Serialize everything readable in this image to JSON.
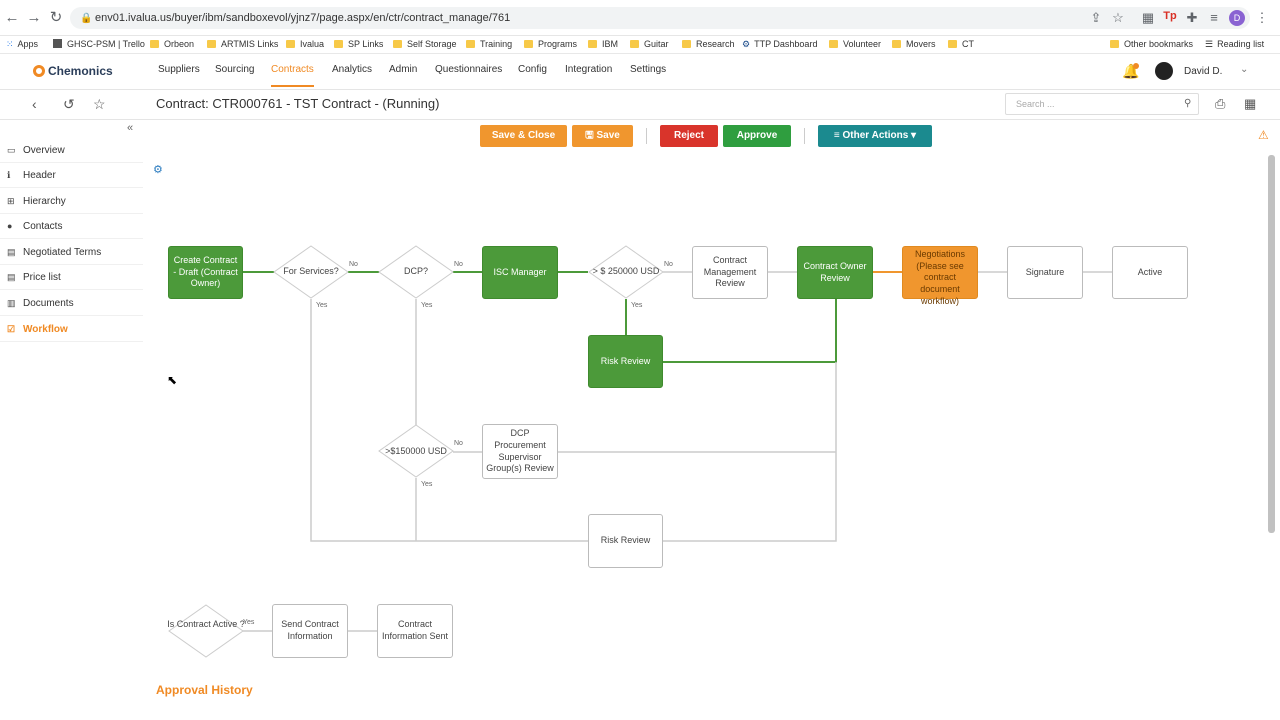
{
  "browser": {
    "url": "env01.ivalua.us/buyer/ibm/sandboxevol/yjnz7/page.aspx/en/ctr/contract_manage/761",
    "avatar_letter": "D"
  },
  "bookmarks": [
    {
      "label": "Apps"
    },
    {
      "label": "GHSC-PSM | Trello"
    },
    {
      "label": "Orbeon"
    },
    {
      "label": "ARTMIS Links"
    },
    {
      "label": "Ivalua"
    },
    {
      "label": "SP Links"
    },
    {
      "label": "Self Storage"
    },
    {
      "label": "Training"
    },
    {
      "label": "Programs"
    },
    {
      "label": "IBM"
    },
    {
      "label": "Guitar"
    },
    {
      "label": "Research"
    },
    {
      "label": "TTP Dashboard"
    },
    {
      "label": "Volunteer"
    },
    {
      "label": "Movers"
    },
    {
      "label": "CT"
    },
    {
      "label": "Other bookmarks"
    },
    {
      "label": "Reading list"
    }
  ],
  "app": {
    "logo": "Chemonics",
    "menu": [
      "Suppliers",
      "Sourcing",
      "Contracts",
      "Analytics",
      "Admin",
      "Questionnaires",
      "Config",
      "Integration",
      "Settings"
    ],
    "active_menu": "Contracts",
    "user": "David D."
  },
  "page": {
    "title": "Contract: CTR000761 - TST Contract - (Running)",
    "search_placeholder": "Search ..."
  },
  "sidebar": [
    {
      "label": "Overview",
      "icon": "monitor-icon"
    },
    {
      "label": "Header",
      "icon": "info-icon"
    },
    {
      "label": "Hierarchy",
      "icon": "hierarchy-icon"
    },
    {
      "label": "Contacts",
      "icon": "contacts-icon"
    },
    {
      "label": "Negotiated Terms",
      "icon": "document-icon"
    },
    {
      "label": "Price list",
      "icon": "price-list-icon"
    },
    {
      "label": "Documents",
      "icon": "documents-icon"
    },
    {
      "label": "Workflow",
      "icon": "workflow-icon",
      "active": true
    }
  ],
  "actions": {
    "save_close": "Save & Close",
    "save": "Save",
    "reject": "Reject",
    "approve": "Approve",
    "other_actions": "Other Actions"
  },
  "colors": {
    "orange": "#f0962e",
    "red": "#d9342b",
    "green": "#2f9e3f",
    "teal": "#1b8a8f",
    "node_green": "#4c9a3a",
    "accent": "#f08a24"
  },
  "workflow": {
    "create": "Create Contract - Draft (Contract Owner)",
    "for_services": "For Services?",
    "dcp": "DCP?",
    "isc": "ISC Manager",
    "gt250": "> $ 250000 USD",
    "cmr": "Contract Management Review",
    "cor": "Contract Owner Review",
    "neg": "Negotiations (Please see contract document workflow)",
    "signature": "Signature",
    "active": "Active",
    "risk1": "Risk Review",
    "gt150": ">$150000 USD",
    "dcp_review": "DCP Procurement Supervisor Group(s) Review",
    "risk2": "Risk Review",
    "is_active": "Is Contract Active ?",
    "send": "Send Contract Information",
    "sent": "Contract Information Sent",
    "no": "No",
    "yes": "Yes"
  },
  "approval_history": "Approval History"
}
